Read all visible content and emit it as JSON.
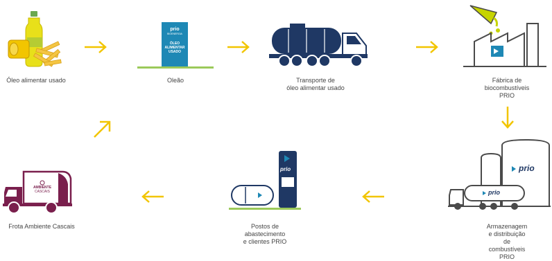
{
  "steps": [
    {
      "id": "oleo-alimentar",
      "label": "Óleo alimentar usado"
    },
    {
      "id": "oleao",
      "label": "Oleão"
    },
    {
      "id": "transporte",
      "label": "Transporte de\nóleo alimentar usado"
    },
    {
      "id": "fabrica",
      "label": "Fábrica de\nbiocombustíveis PRIO"
    },
    {
      "id": "armazenagem",
      "label": "Armazenagem\ne distribuição de\ncombustíveis PRIO"
    },
    {
      "id": "postos",
      "label": "Postos de\nabastecimento\ne clientes PRIO"
    },
    {
      "id": "frota",
      "label": "Frota Ambiente Cascais"
    }
  ],
  "oleao_box": {
    "brand": "prio",
    "sub": "BIOENERGIA",
    "text": "ÓLEO\nALIMENTAR\nUSADO"
  },
  "brand": {
    "prio": "prio"
  },
  "truck_side": {
    "line1": "AMBIENTE",
    "line2": "CASCAIS"
  },
  "colors": {
    "navy": "#1f3864",
    "teal": "#1e88b5",
    "purple": "#7a1f4d",
    "yellow": "#f2c500",
    "green": "#9bc95a",
    "grey": "#4a4a4a",
    "oil_green": "#c6d400"
  }
}
